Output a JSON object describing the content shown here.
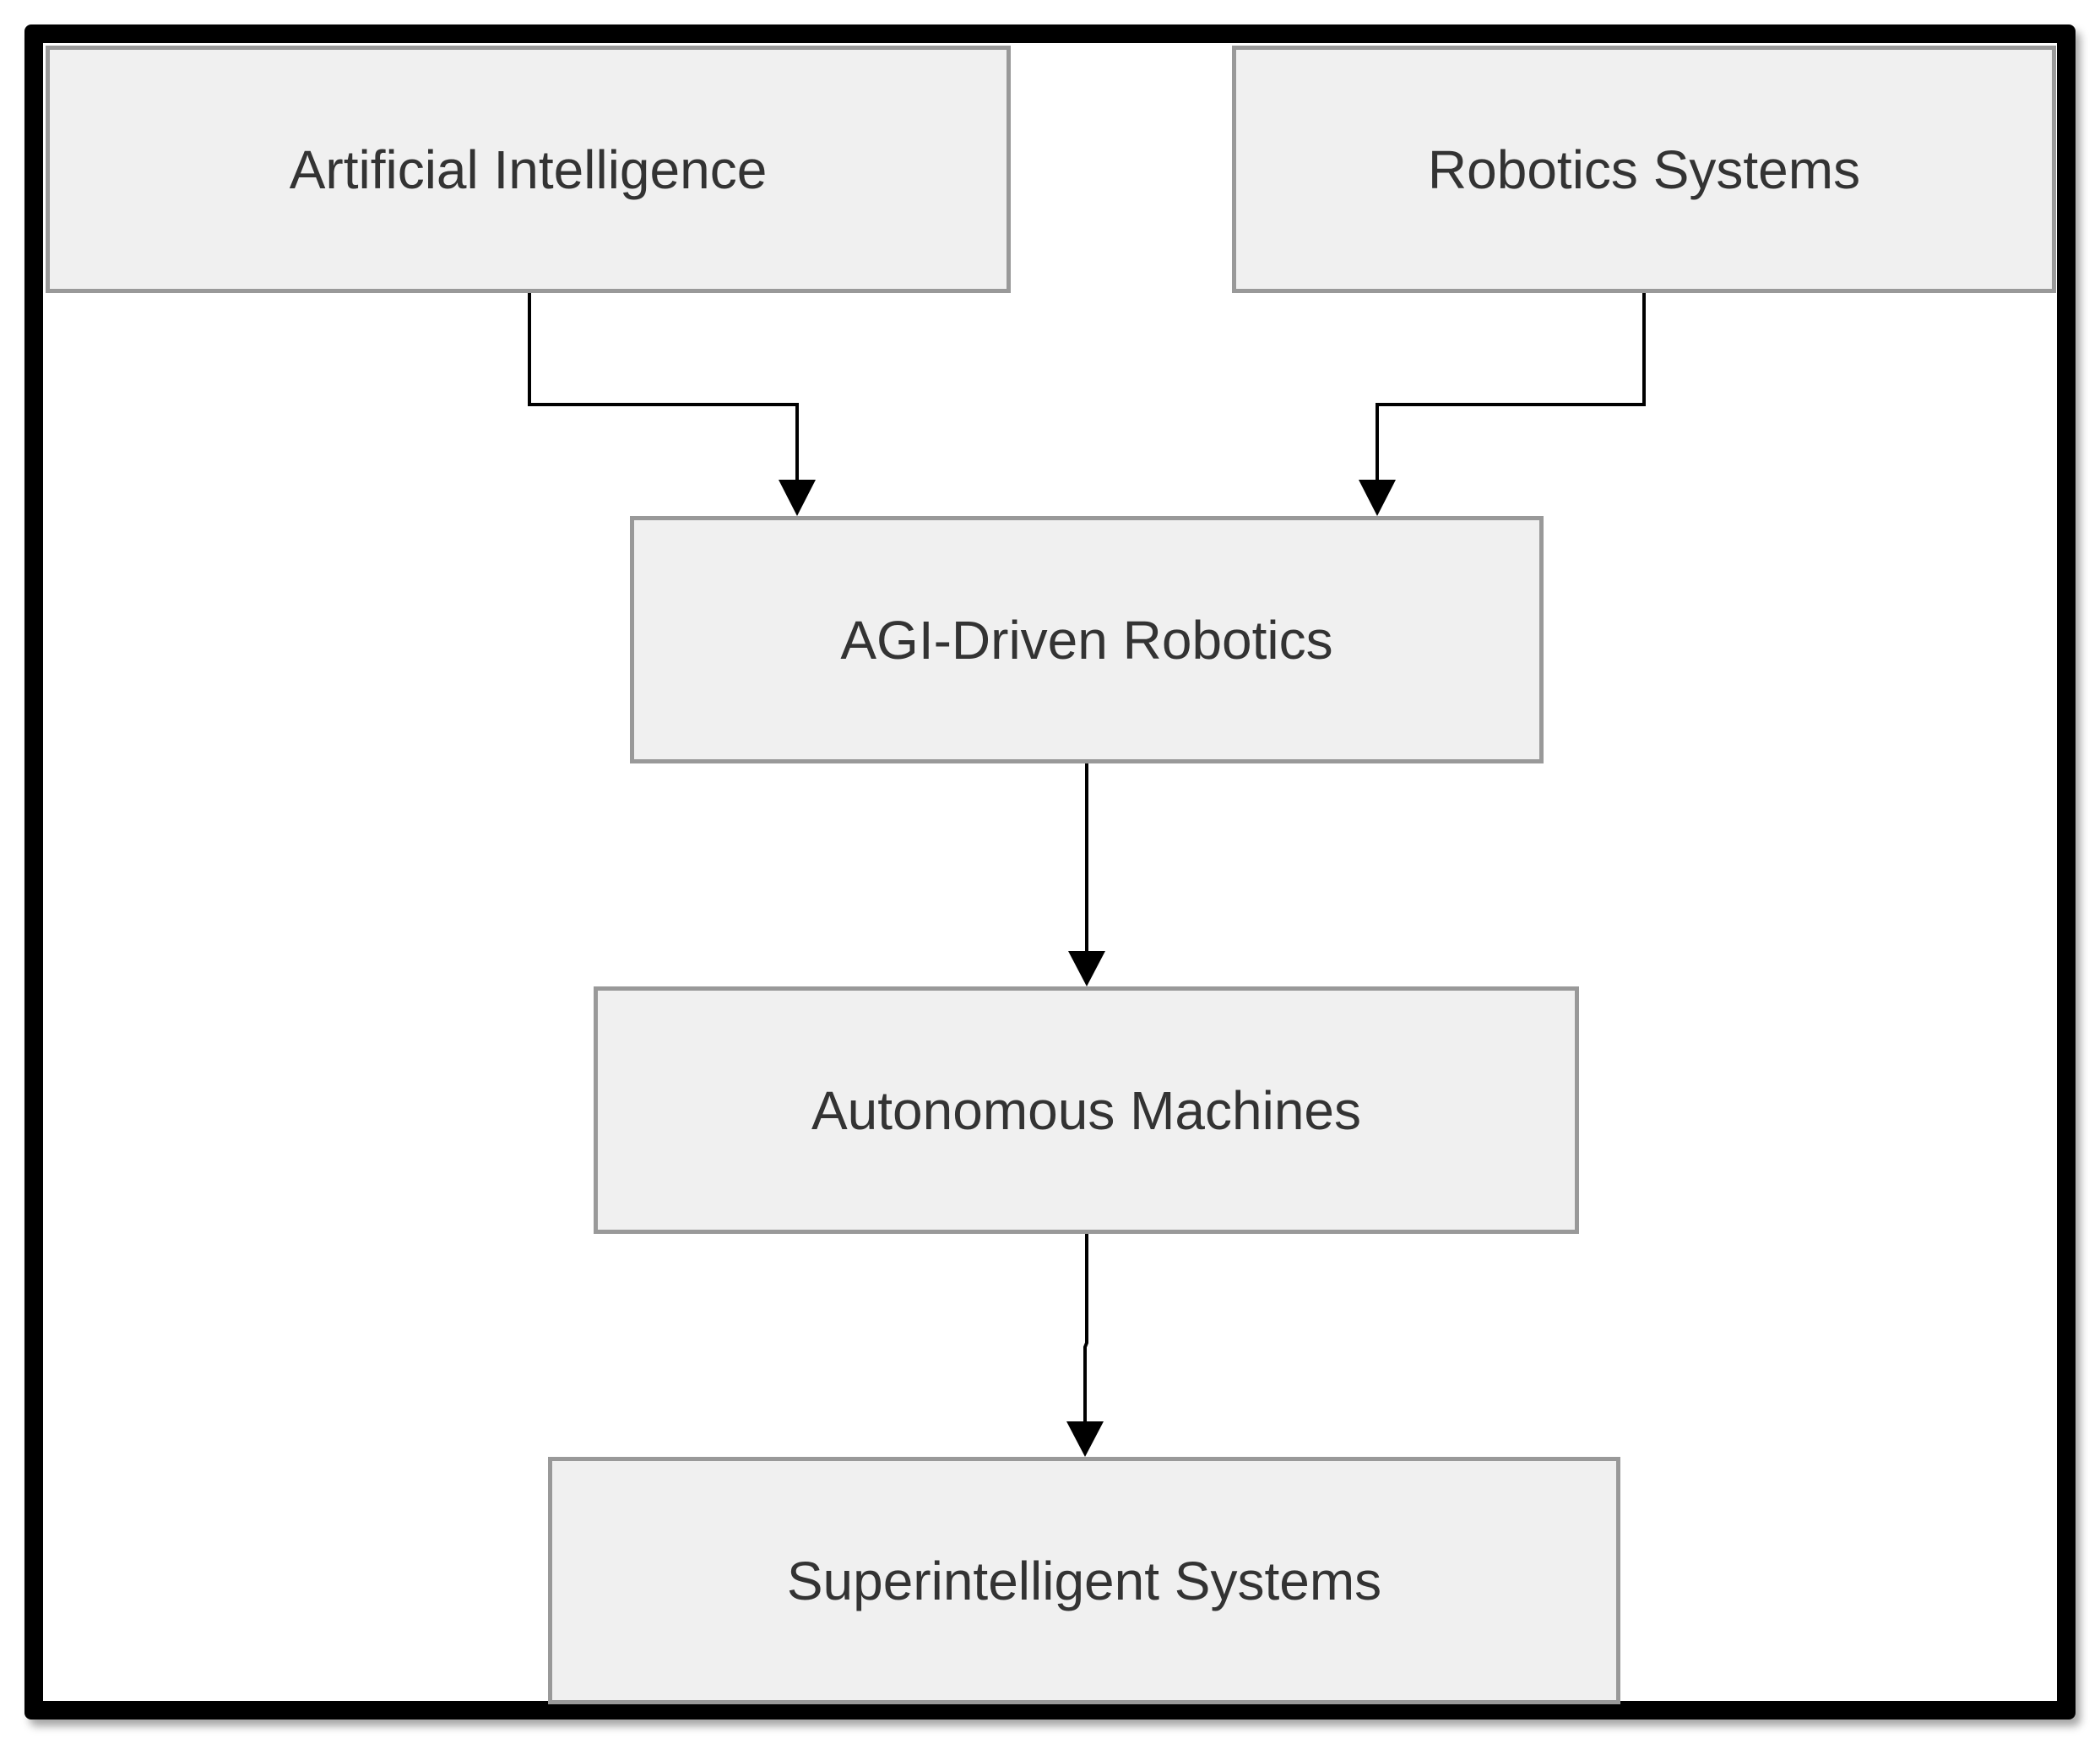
{
  "diagram": {
    "nodes": {
      "artificial_intelligence": "Artificial Intelligence",
      "robotics_systems": "Robotics Systems",
      "agi_driven_robotics": "AGI-Driven Robotics",
      "autonomous_machines": "Autonomous Machines",
      "superintelligent_systems": "Superintelligent Systems"
    },
    "edges": [
      {
        "from": "artificial_intelligence",
        "to": "agi_driven_robotics"
      },
      {
        "from": "robotics_systems",
        "to": "agi_driven_robotics"
      },
      {
        "from": "agi_driven_robotics",
        "to": "autonomous_machines"
      },
      {
        "from": "autonomous_machines",
        "to": "superintelligent_systems"
      }
    ],
    "colors": {
      "frame": "#000000",
      "node_fill": "#f0f0f0",
      "node_border": "#999999",
      "text": "#333333",
      "connector": "#000000"
    }
  }
}
